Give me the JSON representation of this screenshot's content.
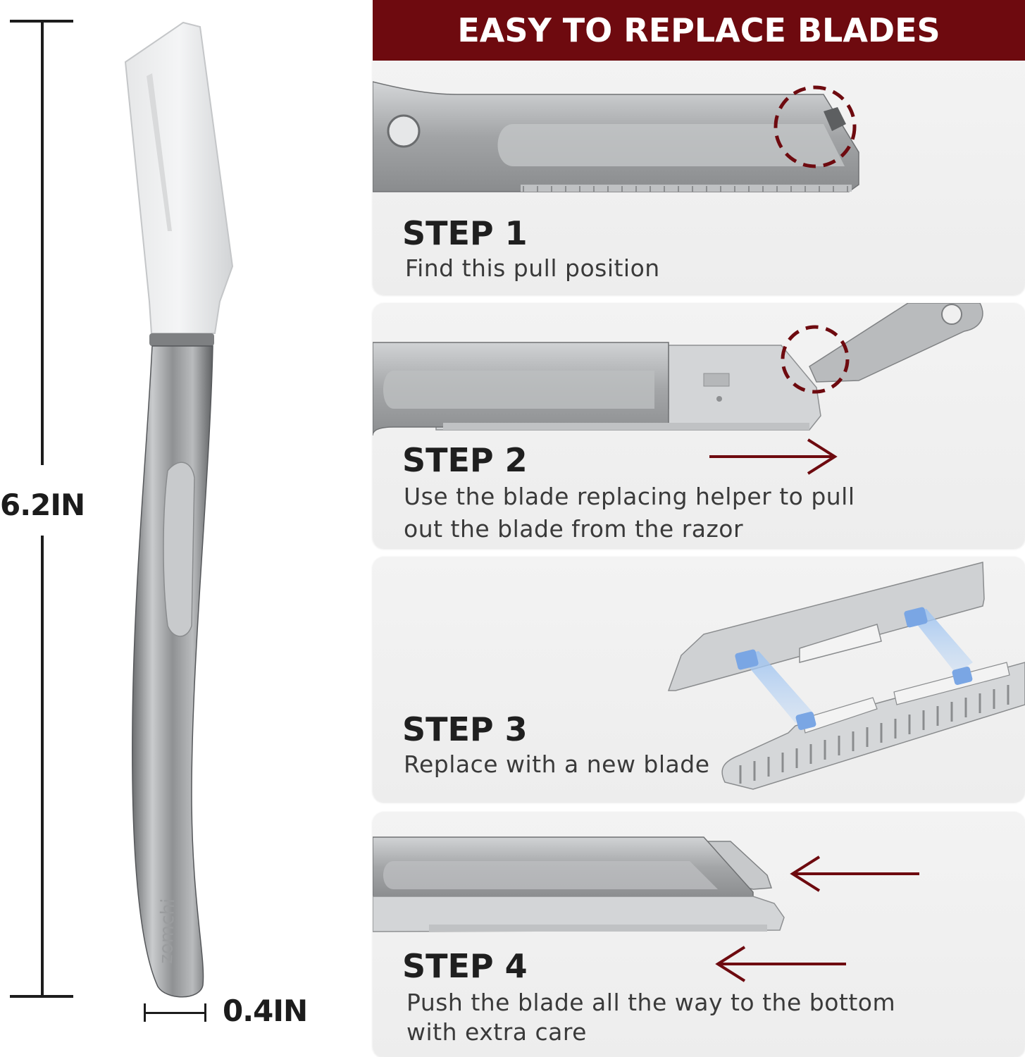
{
  "banner": {
    "title": "EASY TO REPLACE BLADES",
    "color": "#6e0a0f"
  },
  "dimensions": {
    "height": "6.2IN",
    "width": "0.4IN"
  },
  "product": {
    "brand": "zomchi"
  },
  "steps": [
    {
      "title": "STEP 1",
      "text": "Find this pull position"
    },
    {
      "title": "STEP 2",
      "line1": "Use the blade replacing helper to pull",
      "line2": "out the blade from the razor"
    },
    {
      "title": "STEP 3",
      "text": "Replace with a new blade"
    },
    {
      "title": "STEP 4",
      "line1": "Push the blade all the way to the bottom",
      "line2": "with extra care"
    }
  ],
  "colors": {
    "accent": "#6e0a0f",
    "metal": "#a9abad",
    "background": "#ffffff"
  }
}
